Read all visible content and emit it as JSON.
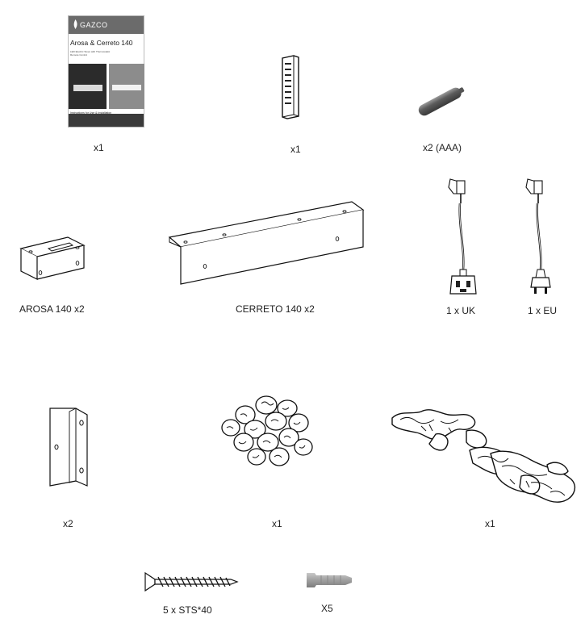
{
  "manual": {
    "brand": "GAZCO",
    "title": "Arosa & Cerreto 140",
    "subtitle": "LED Electric Stove with Thermostatic Remote Control",
    "instructions": "Instructions for Use & Installation",
    "qty": "x1"
  },
  "remote": {
    "qty": "x1"
  },
  "batteries": {
    "qty": "x2 (AAA)"
  },
  "brackets": {
    "arosa_label": "AROSA 140 x2",
    "cerreto_label": "CERRETO 140 x2"
  },
  "power_cables": {
    "uk_label": "1 x UK",
    "eu_label": "1 x EU"
  },
  "wall_plate": {
    "qty": "x2"
  },
  "pebbles": {
    "qty": "x1"
  },
  "driftwood": {
    "qty": "x1"
  },
  "screws": {
    "label": "5 x STS*40"
  },
  "wall_plugs": {
    "label": "X5"
  }
}
